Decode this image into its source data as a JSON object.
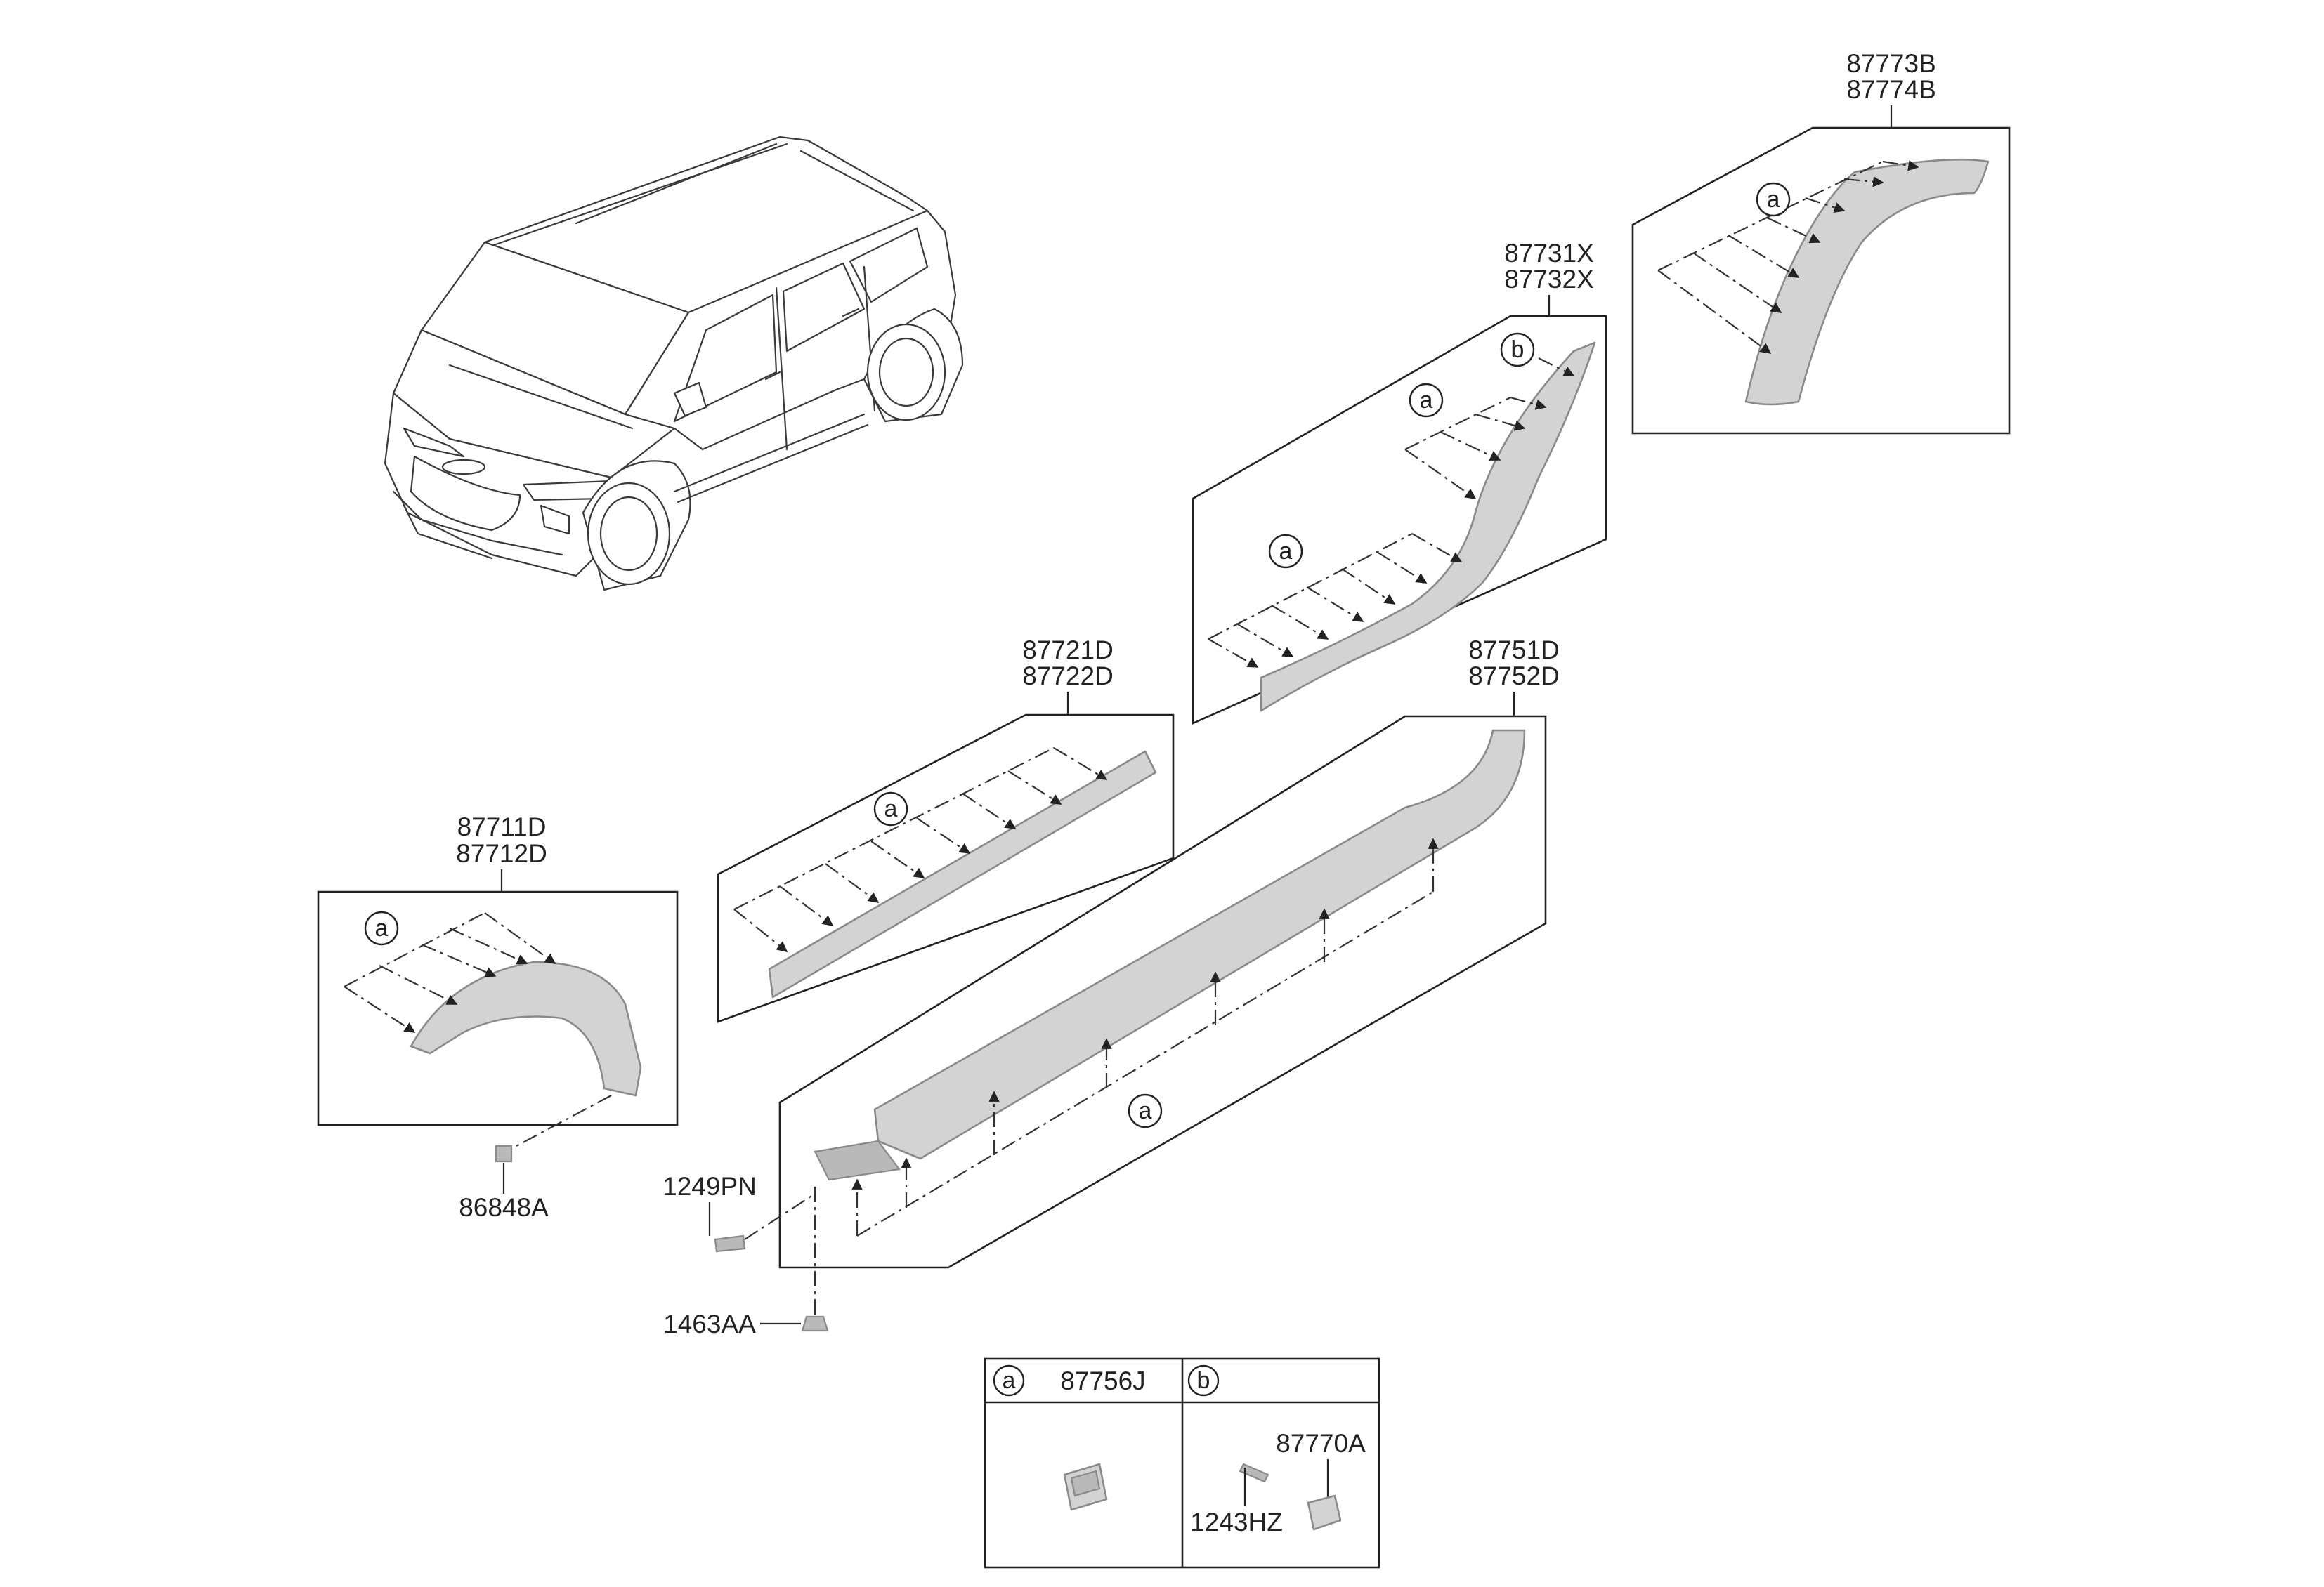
{
  "parts": {
    "p87773B": "87773B",
    "p87774B": "87774B",
    "p87731X": "87731X",
    "p87732X": "87732X",
    "p87721D": "87721D",
    "p87722D": "87722D",
    "p87751D": "87751D",
    "p87752D": "87752D",
    "p87711D": "87711D",
    "p87712D": "87712D",
    "p86848A": "86848A",
    "p1249PN": "1249PN",
    "p1463AA": "1463AA"
  },
  "callout_a": "a",
  "callout_b": "b",
  "legend": {
    "a_letter": "a",
    "a_part": "87756J",
    "b_letter": "b",
    "b_part1": "87770A",
    "b_part2": "1243HZ"
  }
}
